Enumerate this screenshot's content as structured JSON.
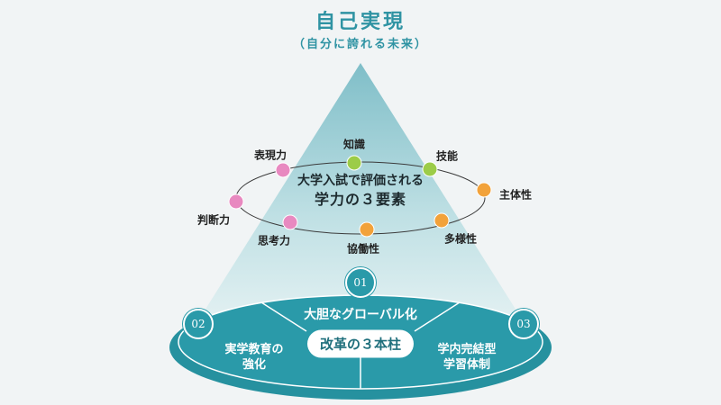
{
  "title": "自己実現",
  "subtitle": "（自分に誇れる未来）",
  "ring_center_line1": "大学入試で評価される",
  "ring_center_line2": "学力の３要素",
  "ring_items": [
    {
      "label": "知識",
      "color": "#9ccc48"
    },
    {
      "label": "技能",
      "color": "#9ccc48"
    },
    {
      "label": "主体性",
      "color": "#f2a23a"
    },
    {
      "label": "多様性",
      "color": "#f2a23a"
    },
    {
      "label": "協働性",
      "color": "#f2a23a"
    },
    {
      "label": "思考力",
      "color": "#e889c0"
    },
    {
      "label": "判断力",
      "color": "#e889c0"
    },
    {
      "label": "表現力",
      "color": "#e889c0"
    }
  ],
  "reform": {
    "center_label": "改革の３本柱",
    "pillars": [
      {
        "number": "01",
        "label": "大胆なグローバル化"
      },
      {
        "number": "02",
        "label": "実学教育の\n強化"
      },
      {
        "number": "03",
        "label": "学内完結型\n学習体制"
      }
    ]
  },
  "colors": {
    "accent": "#2f93a3",
    "disc": "#2a9aa9",
    "triangle": "#9fcfd6"
  }
}
